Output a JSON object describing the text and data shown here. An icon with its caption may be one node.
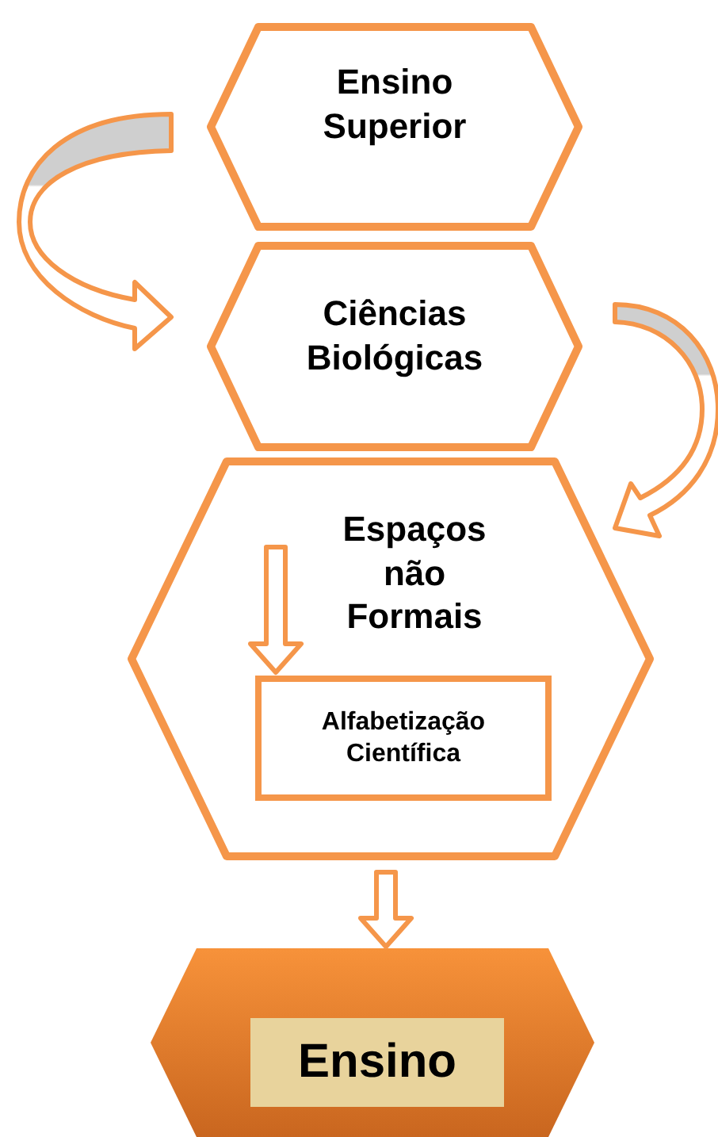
{
  "diagram": {
    "nodes": [
      {
        "text": [
          "Ensino Superior"
        ]
      },
      {
        "text": [
          "Ciências Biológicas"
        ]
      },
      {
        "text": [
          "Espaços não Formais"
        ]
      },
      {
        "text": [
          "Alfabetização Científica"
        ],
        "in": 2
      },
      {
        "text": [],
        "shape": "hexagon"
      },
      {
        "text": [
          "Ensino"
        ],
        "in": 4
      }
    ],
    "edges": [
      {
        "from": 0,
        "to": 1,
        "arrow": "to"
      },
      {
        "from": 1,
        "to": 2,
        "arrow": "to"
      },
      {
        "from": 2,
        "to": 3,
        "arrow": "to"
      },
      {
        "from": 2,
        "to": 4,
        "arrow": "to"
      }
    ]
  }
}
